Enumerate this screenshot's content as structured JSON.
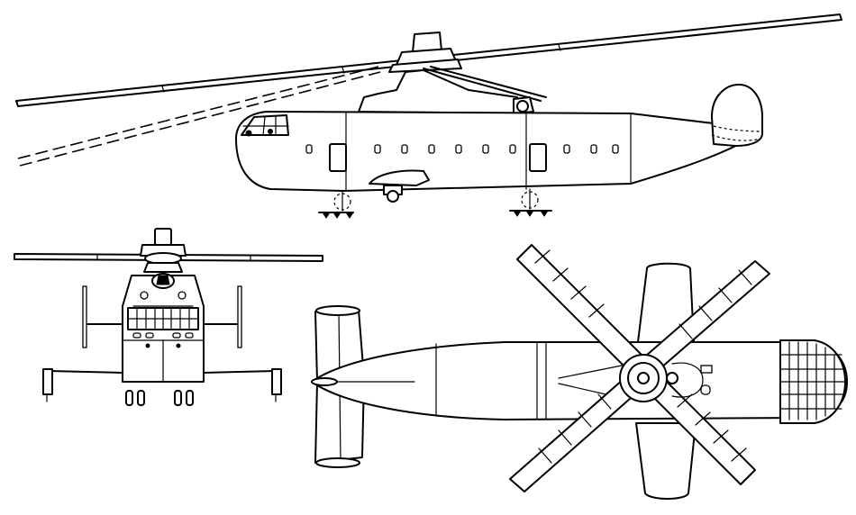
{
  "drawing": {
    "views": [
      {
        "view": "side"
      },
      {
        "view": "front"
      },
      {
        "view": "top"
      }
    ],
    "line_color": "#000000",
    "background_color": "#ffffff"
  }
}
